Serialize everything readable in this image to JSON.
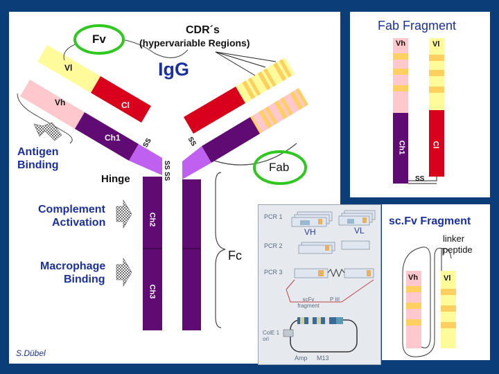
{
  "igg": {
    "title": "IgG",
    "fv_label": "Fv",
    "cdr_title": "CDR´s",
    "cdr_subtitle": "(hypervariable Regions)",
    "vl_label": "Vl",
    "vh_label": "Vh",
    "cl_label": "Cl",
    "ch1_label": "Ch1",
    "ch2_label": "Ch2",
    "ch3_label": "Ch3",
    "ss_left": "SS",
    "ss_right": "SS",
    "ss_hinge": "SS SS",
    "hinge_label": "Hinge",
    "fab_label": "Fab",
    "fc_label": "Fc",
    "antigen_binding": [
      "Antigen",
      "Binding"
    ],
    "complement_activation": [
      "Complement",
      "Activation"
    ],
    "macrophage_binding": [
      "Macrophage",
      "Binding"
    ],
    "credit": "S.Dübel"
  },
  "fab_fragment": {
    "title": "Fab Fragment",
    "vh_label": "Vh",
    "vl_label": "Vl",
    "ch1_label": "Ch1",
    "cl_label": "Cl",
    "ss_label": "SS"
  },
  "scfv_fragment": {
    "title": "sc.Fv Fragment",
    "linker_label": "linker peptide",
    "vh_label": "Vh",
    "vl_label": "Vl"
  },
  "pcr_panel": {
    "pcr1": "PCR 1",
    "pcr2": "PCR 2",
    "pcr3": "PCR 3",
    "vh_label": "VH",
    "vl_label": "VL",
    "scfv_fragment": "scFv fragment",
    "p_iii": "P III",
    "colei": "ColE 1 ori",
    "amp": "Amp",
    "m13": "M13"
  },
  "colors": {
    "background": "#0b3e78",
    "light_chain_variable": "#fffb9a",
    "heavy_chain_variable": "#ffc8cc",
    "cdr_stripe": "#ffd060",
    "light_chain_constant": "#d8001a",
    "heavy_chain_constant": "#600a74",
    "hinge": "#c060f0",
    "highlight_ring": "#2ec81e"
  }
}
